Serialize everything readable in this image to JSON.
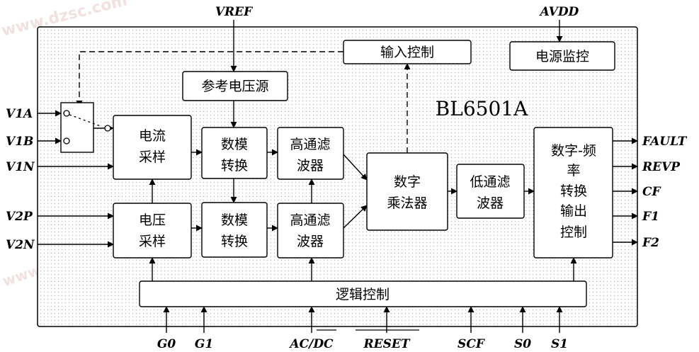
{
  "chip_name": "BL6501A",
  "watermark": "www.dzsc.com",
  "blocks": {
    "input_control": "输入控制",
    "power_monitor": "电源监控",
    "voltage_ref": "参考电压源",
    "current_sample": [
      "电流",
      "采样"
    ],
    "voltage_sample": [
      "电压",
      "采样"
    ],
    "dac1": [
      "数模",
      "转换"
    ],
    "dac2": [
      "数模",
      "转换"
    ],
    "hpf1": [
      "高通滤",
      "波器"
    ],
    "hpf2": [
      "高通滤",
      "波器"
    ],
    "multiplier": [
      "数字",
      "乘法器"
    ],
    "lpf": [
      "低通滤",
      "波器"
    ],
    "dfc": [
      "数字-频",
      "率",
      "转换",
      "输出",
      "控制"
    ],
    "logic_control": "逻辑控制"
  },
  "inputs_left": [
    "V1A",
    "V1B",
    "V1N",
    "V2P",
    "V2N"
  ],
  "pins_top": [
    "VREF",
    "AVDD"
  ],
  "outputs_right": [
    "FAULT",
    "REVP",
    "CF",
    "F1",
    "F2"
  ],
  "pins_bottom": [
    "G0",
    "G1",
    "AC/DC",
    "RESET",
    "SCF",
    "S0",
    "S1"
  ]
}
